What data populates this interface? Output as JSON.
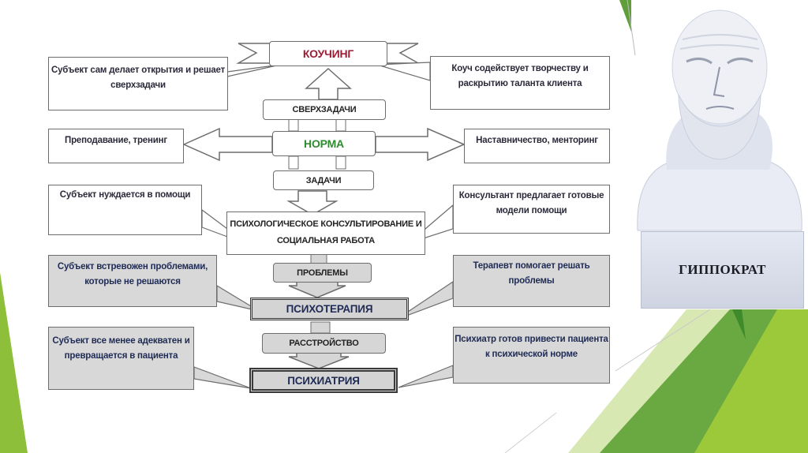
{
  "diagram": {
    "top": {
      "title": "КОУЧИНГ",
      "color": "#9b1c35"
    },
    "levels": {
      "superTasks": "СВЕРХЗАДАЧИ",
      "norm": "НОРМА",
      "normColor": "#2e8b2e",
      "tasks": "ЗАДАЧИ",
      "counseling": [
        "ПСИХОЛОГИЧЕСКОЕ КОНСУЛЬТИРОВАНИЕ И",
        "СОЦИАЛЬНАЯ РАБОТА"
      ],
      "problems": "ПРОБЛЕМЫ",
      "psychotherapy": "ПСИХОТЕРАПИЯ",
      "disorder": "РАССТРОЙСТВО",
      "psychiatry": "ПСИХИАТРИЯ"
    },
    "left": [
      [
        "Субъект сам делает открытия и решает",
        "сверхзадачи"
      ],
      [
        "Преподавание, тренинг"
      ],
      [
        "Субъект нуждается в помощи"
      ],
      [
        "Субъект встревожен проблемами,",
        "которые не решаются"
      ],
      [
        "Субъект все менее адекватен и",
        "превращается в пациента"
      ]
    ],
    "right": [
      [
        "Коуч содействует творчеству и",
        "раскрытию таланта клиента"
      ],
      [
        "Наставничество, менторинг"
      ],
      [
        "Консультант предлагает готовые",
        "модели помощи"
      ],
      [
        "Терапевт помогает решать",
        "проблемы"
      ],
      [
        "Психиатр готов привести пациента",
        "к психической норме"
      ]
    ]
  },
  "bust": {
    "caption": "ГИППОКРАТ"
  },
  "theme": {
    "green_dark": "#6aa842",
    "green_light": "#9cc93a",
    "green_pale": "#d7e8b3"
  }
}
